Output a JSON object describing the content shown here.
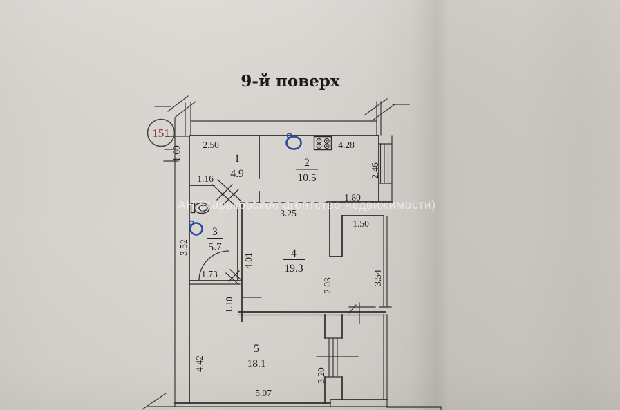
{
  "title": "9-й поверх",
  "badge": {
    "number": "151"
  },
  "watermark": "АН (Харьковское агентство недвижимости)",
  "rooms": {
    "r1": {
      "number": "1",
      "area": "4.9"
    },
    "r2": {
      "number": "2",
      "area": "10.5"
    },
    "r3": {
      "number": "3",
      "area": "5.7"
    },
    "r4": {
      "number": "4",
      "area": "19.3"
    },
    "r5": {
      "number": "5",
      "area": "18.1"
    }
  },
  "dims": {
    "hall_top": "2.50",
    "kitchen_top": "4.28",
    "left_upper": "1.60",
    "hall_lower": "1.16",
    "kitchen_right": "2.46",
    "kitchen_bottom": "1.80",
    "corridor": "3.25",
    "niche_right": "1.50",
    "bath_left": "3.52",
    "living_left": "4.01",
    "living_right": "2.03",
    "loggia_upper": "3.54",
    "bath_bottom": "1.73",
    "passage": "1.10",
    "room5_left": "4.42",
    "balcony_right": "3.20",
    "room5_bottom": "5.07"
  },
  "colors": {
    "ink": "#2e2c2a",
    "fixture_blue": "#2b4a9b",
    "badge_text": "#8e3b3b"
  }
}
